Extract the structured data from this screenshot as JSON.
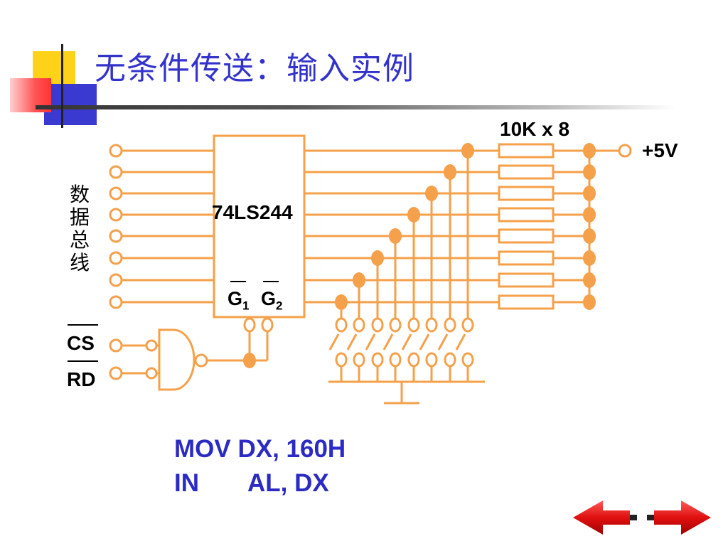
{
  "slide": {
    "title": "无条件传送：输入实例"
  },
  "diagram": {
    "chip_label": "74LS244",
    "gate1_label": "G",
    "gate1_sub": "1",
    "gate2_label": "G",
    "gate2_sub": "2",
    "resistor_label": "10K x 8",
    "vcc_label": "+5V",
    "bus_label_chars": [
      "数",
      "据",
      "总",
      "线"
    ],
    "cs_label": "CS",
    "rd_label": "RD"
  },
  "code": {
    "line1": "MOV DX, 160H",
    "line2_op": "IN",
    "line2_args": "AL,  DX"
  },
  "nav": {
    "back_icon": "left-arrow-icon",
    "forward_icon": "right-arrow-icon"
  },
  "colors": {
    "wire": "#f5a04a",
    "title": "#3333cc",
    "code": "#2b2bc4",
    "nav_red": "#e01010"
  }
}
